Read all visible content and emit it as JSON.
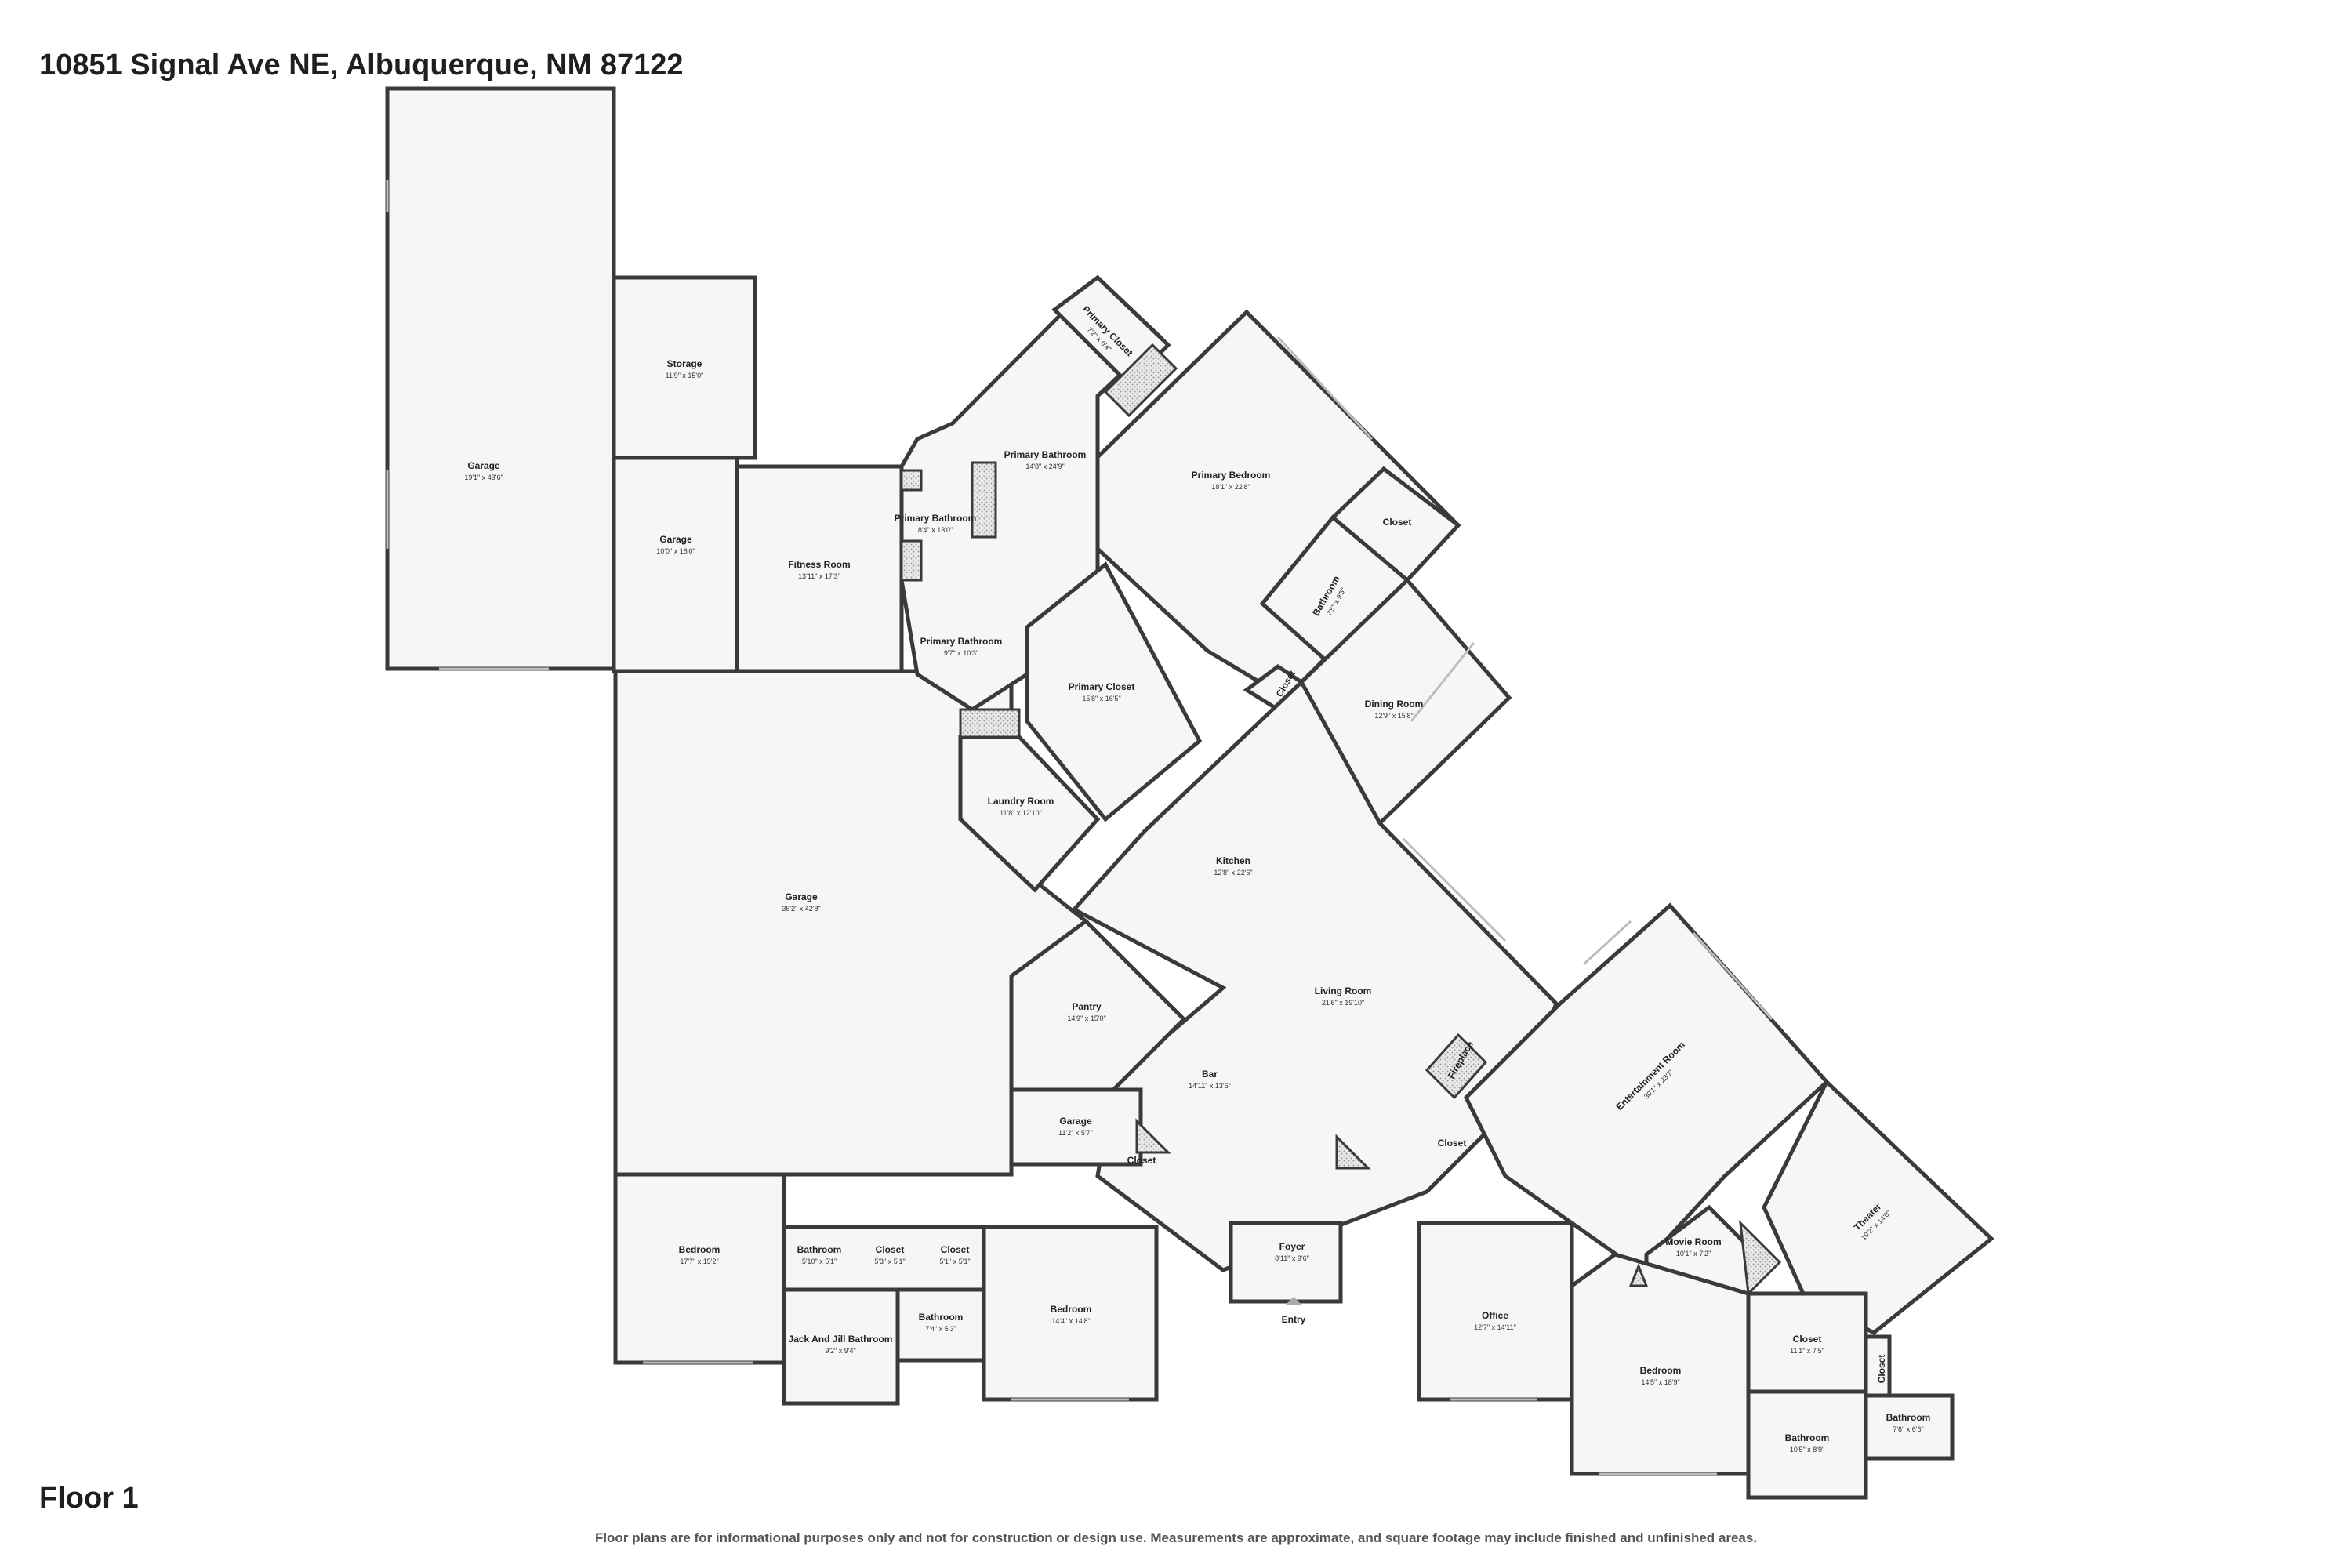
{
  "header": {
    "address": "10851 Signal Ave NE, Albuquerque, NM 87122"
  },
  "footer": {
    "floor_label": "Floor 1",
    "disclaimer": "Floor plans are for informational purposes only and not for construction or design use. Measurements are approximate, and square footage may include finished and unfinished areas."
  },
  "entry_label": "Entry",
  "rooms": [
    {
      "name": "Garage",
      "dims": "19'1\" x 49'6\""
    },
    {
      "name": "Storage",
      "dims": "11'9\" x 15'0\""
    },
    {
      "name": "Garage",
      "dims": "10'0\" x 18'0\""
    },
    {
      "name": "Fitness Room",
      "dims": "13'11\" x 17'3\""
    },
    {
      "name": "Primary Bathroom",
      "dims": "8'4\" x 13'0\""
    },
    {
      "name": "Primary Bathroom",
      "dims": "14'8\" x 24'9\""
    },
    {
      "name": "Primary Closet",
      "dims": "7'2\" x 6'4\""
    },
    {
      "name": "Primary Bedroom",
      "dims": "18'1\" x 22'8\""
    },
    {
      "name": "Closet",
      "dims": ""
    },
    {
      "name": "Bathroom",
      "dims": "7'5\" x 9'5\""
    },
    {
      "name": "Closet",
      "dims": ""
    },
    {
      "name": "Dining Room",
      "dims": "12'9\" x 15'8\""
    },
    {
      "name": "Primary Bathroom",
      "dims": "9'7\" x 10'3\""
    },
    {
      "name": "Primary Closet",
      "dims": "15'8\" x 16'5\""
    },
    {
      "name": "Laundry Room",
      "dims": "11'8\" x 12'10\""
    },
    {
      "name": "Kitchen",
      "dims": "12'8\" x 22'6\""
    },
    {
      "name": "Garage",
      "dims": "36'2\" x 42'8\""
    },
    {
      "name": "Pantry",
      "dims": "14'9\" x 15'0\""
    },
    {
      "name": "Living Room",
      "dims": "21'6\" x 19'10\""
    },
    {
      "name": "Bar",
      "dims": "14'11\" x 13'6\""
    },
    {
      "name": "Garage",
      "dims": "11'2\" x 5'7\""
    },
    {
      "name": "Closet",
      "dims": ""
    },
    {
      "name": "Fireplace",
      "dims": ""
    },
    {
      "name": "Closet",
      "dims": ""
    },
    {
      "name": "Entertainment Room",
      "dims": "30'1\" x 23'7\""
    },
    {
      "name": "Theater",
      "dims": "19'2\" x 14'0\""
    },
    {
      "name": "Movie Room",
      "dims": "10'1\" x 7'2\""
    },
    {
      "name": "Bedroom",
      "dims": "17'7\" x 15'2\""
    },
    {
      "name": "Bathroom",
      "dims": "5'10\" x 5'1\""
    },
    {
      "name": "Closet",
      "dims": "5'3\" x 5'1\""
    },
    {
      "name": "Closet",
      "dims": "5'1\" x 5'1\""
    },
    {
      "name": "Jack And Jill Bathroom",
      "dims": "9'2\" x 9'4\""
    },
    {
      "name": "Bathroom",
      "dims": "7'4\" x 5'3\""
    },
    {
      "name": "Bedroom",
      "dims": "14'4\" x 14'8\""
    },
    {
      "name": "Foyer",
      "dims": "8'11\" x 9'6\""
    },
    {
      "name": "Office",
      "dims": "12'7\" x 14'11\""
    },
    {
      "name": "Bedroom",
      "dims": "14'5\" x 18'9\""
    },
    {
      "name": "Closet",
      "dims": "11'1\" x 7'5\""
    },
    {
      "name": "Closet",
      "dims": ""
    },
    {
      "name": "Bathroom",
      "dims": "10'5\" x 8'9\""
    },
    {
      "name": "Bathroom",
      "dims": "7'6\" x 6'6\""
    }
  ]
}
